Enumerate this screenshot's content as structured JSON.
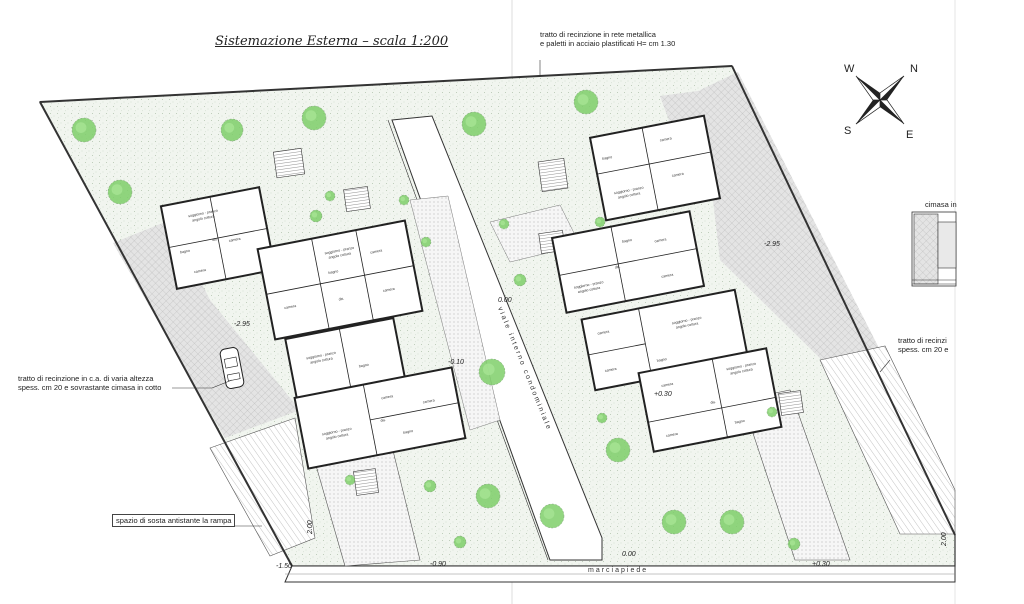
{
  "title": "Sistemazione Esterna – scala 1:200",
  "notes": {
    "fence_top": [
      "tratto di recinzione in rete metallica",
      "e paletti in acciaio plastificati H= cm 1.30"
    ],
    "fence_left": [
      "tratto di recinzione in c.a. di varia altezza",
      "spess. cm 20 e sovrastante cimasa in cotto"
    ],
    "fence_right": [
      "tratto di recinzi",
      "spess. cm 20 e"
    ],
    "parking": "spazio di sosta antistante la rampa",
    "cimasa": "cimasa in"
  },
  "paths": {
    "viale": "viale interno condominiale",
    "marciapiede": "marciapiede"
  },
  "compass": {
    "n": "N",
    "s": "S",
    "e": "E",
    "w": "W"
  },
  "levels": [
    "0.00",
    "0.00",
    "-2.95",
    "-2.95",
    "-1.50",
    "-0.90",
    "+0.30",
    "+0.30",
    "-0.10",
    "2.00",
    "2.00"
  ],
  "rooms": {
    "soggiorno": [
      "soggiorno - pranzo",
      "angolo cottura"
    ],
    "camera": "camera",
    "bagno": "bagno",
    "disimpegno": "dis."
  },
  "colors": {
    "lawn": "#eef3ec",
    "tree": "#7fcf6a",
    "wall": "#2a2a2a",
    "paving": "#cfcfcf"
  }
}
